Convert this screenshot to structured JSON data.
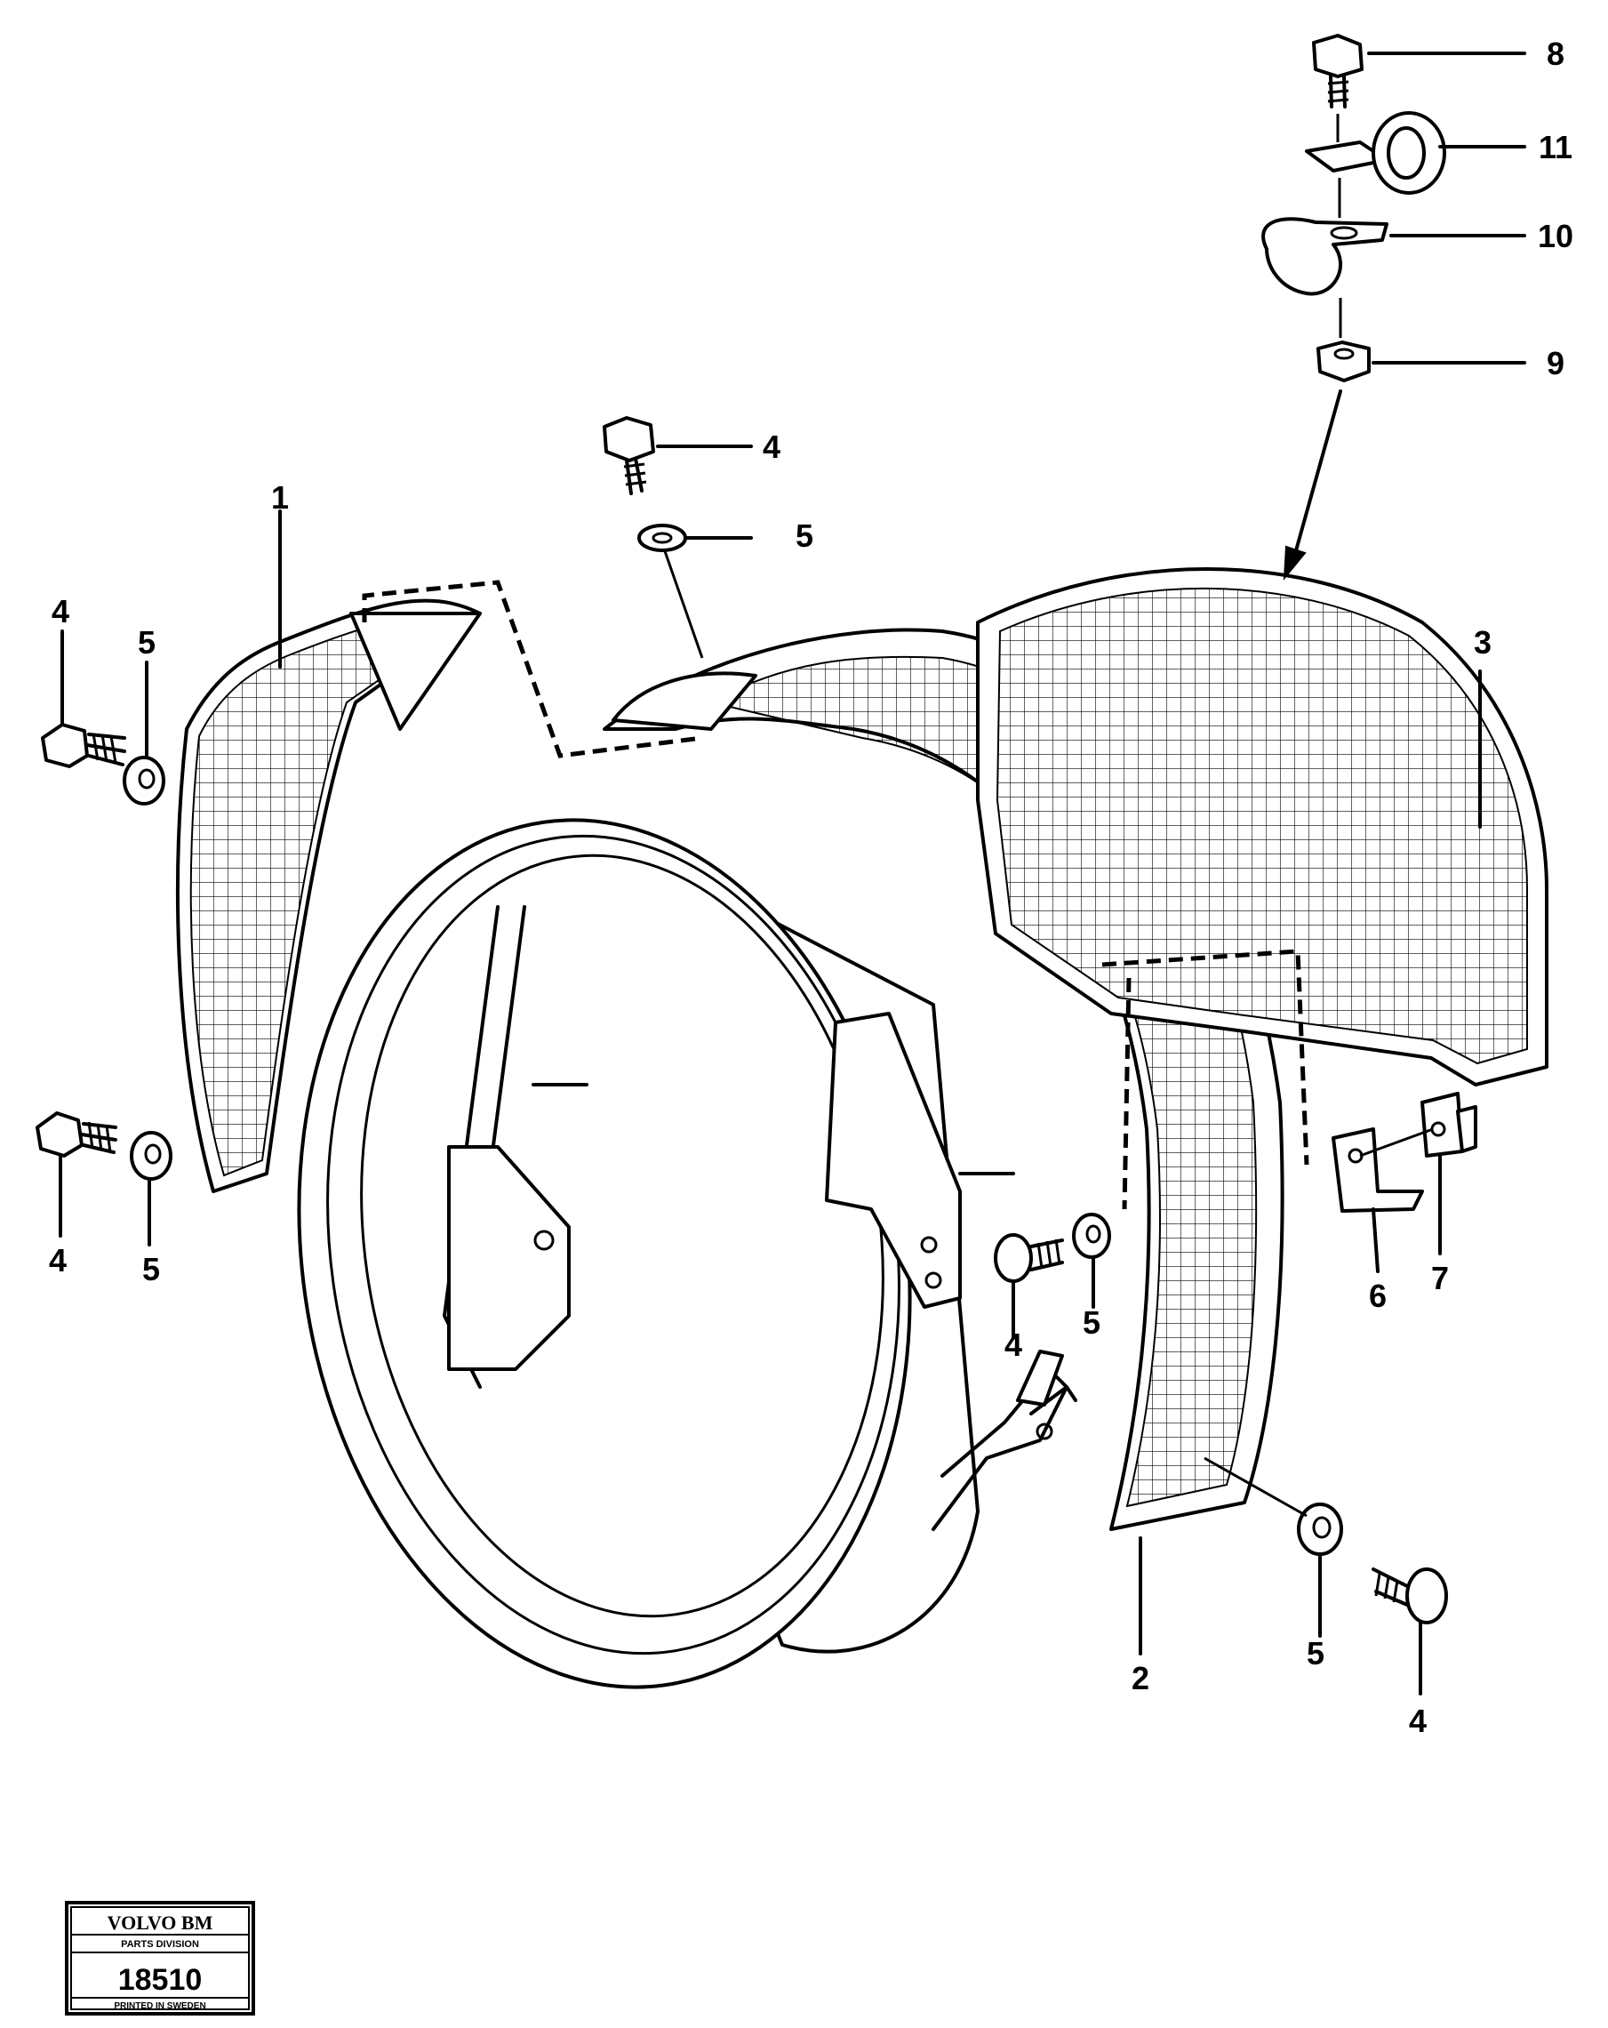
{
  "callouts": {
    "c1": "1",
    "c2": "2",
    "c3": "3",
    "c4": "4",
    "c5": "5",
    "c6": "6",
    "c7": "7",
    "c8": "8",
    "c9": "9",
    "c10": "10",
    "c11": "11"
  },
  "stamp": {
    "brand": "VOLVO BM",
    "division": "PARTS DIVISION",
    "number": "18510",
    "printed": "PRINTED IN SWEDEN"
  }
}
